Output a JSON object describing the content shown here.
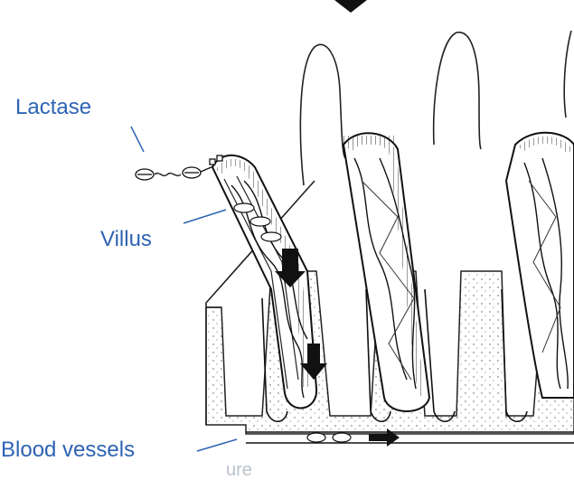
{
  "labels": {
    "lactase": "Lactase",
    "villus": "Villus",
    "blood_vessels": "Blood vessels",
    "cut_off_caption": "ure"
  },
  "colors": {
    "label_text": "#2e63b3",
    "leader_line": "#2e63b3",
    "ink": "#1a1a1a",
    "tissue_fill": "#ececec",
    "background": "#ffffff"
  },
  "icons": {
    "top_arrow": "down-arrow-icon",
    "flow_arrows": "flow-arrow-icon"
  }
}
